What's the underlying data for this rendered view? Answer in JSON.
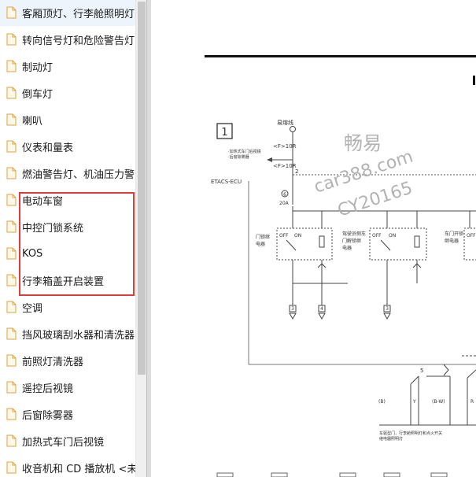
{
  "sidebar": {
    "items": [
      {
        "label": "客厢顶灯、行李舱照明灯"
      },
      {
        "label": "转向信号灯和危险警告灯"
      },
      {
        "label": "制动灯"
      },
      {
        "label": "倒车灯"
      },
      {
        "label": "喇叭"
      },
      {
        "label": "仪表和量表"
      },
      {
        "label": "燃油警告灯、机油压力警"
      },
      {
        "label": "电动车窗"
      },
      {
        "label": "中控门锁系统"
      },
      {
        "label": "KOS"
      },
      {
        "label": "行李箱盖开启装置"
      },
      {
        "label": "空调"
      },
      {
        "label": "挡风玻璃刮水器和清洗器"
      },
      {
        "label": "前照灯清洗器"
      },
      {
        "label": "遥控后视镜"
      },
      {
        "label": "后窗除雾器"
      },
      {
        "label": "加热式车门后视镜"
      },
      {
        "label": "收音机和 CD 播放机 <未装"
      }
    ],
    "highlight_color": "#e03c3c",
    "item_icon": "document-icon"
  },
  "diagram": {
    "section_number": "1",
    "header_label": "易熔线",
    "fuse_main": "<F>10R",
    "fuse_out": "<F>10R",
    "note_left_1": "·加热式车门后视镜",
    "note_left_2": "·后窗除雾器",
    "node_2": "2",
    "ecu_label": "ETACS-ECU",
    "fuse_num": "6",
    "fuse_rating": "20A",
    "relay1_label_1": "门锁继",
    "relay1_label_2": "电器",
    "relay2_label_1": "驾驶员侧车",
    "relay2_label_2": "门解锁继",
    "relay2_label_3": "电器",
    "relay3_label_1": "车门开锁",
    "relay3_label_2": "继电器",
    "off_label": "OFF",
    "on_label": "ON",
    "conn_3a": "3",
    "conn_4": "4",
    "conn_3b": "3",
    "node_5": "5",
    "wire_1": "(B)",
    "wire_2": "Y",
    "wire_3": "(B-W)",
    "wire_4": "R",
    "bottom_note_1": "车驱型门，行李舱照明灯和点火开关",
    "bottom_note_2": "继电器照明灯"
  },
  "watermark": {
    "line1": "畅易",
    "line2": "car388.com",
    "line3": "CY20165"
  }
}
